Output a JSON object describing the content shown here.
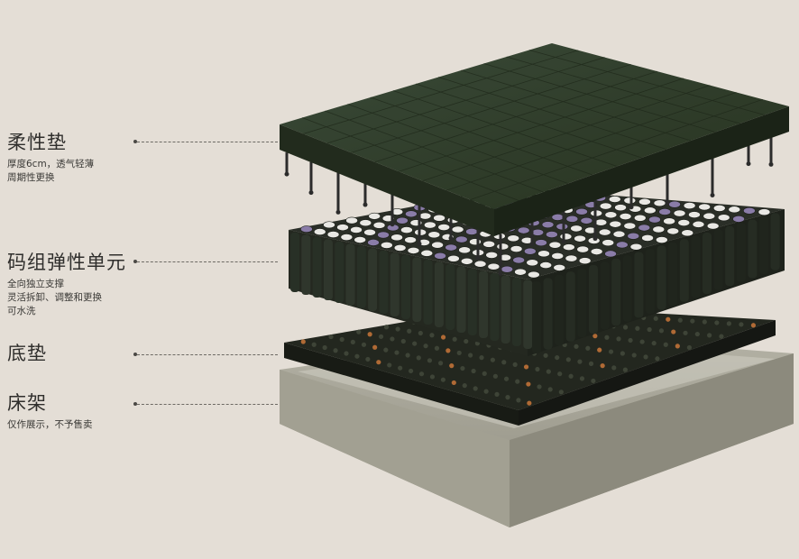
{
  "layers": [
    {
      "title": "柔性垫",
      "lines": [
        "厚度6cm，透气轻薄",
        "周期性更换"
      ]
    },
    {
      "title": "码组弹性单元",
      "lines": [
        "全向独立支撑",
        "灵活拆卸、调整和更换",
        "可水洗"
      ]
    },
    {
      "title": "底垫",
      "lines": []
    },
    {
      "title": "床架",
      "lines": [
        "仅作展示，不予售卖"
      ]
    }
  ],
  "colors": {
    "background": "#e4ded6",
    "mattress": "#2c3a2c",
    "frame": "#a9a79a",
    "base_pad": "#23271f"
  }
}
